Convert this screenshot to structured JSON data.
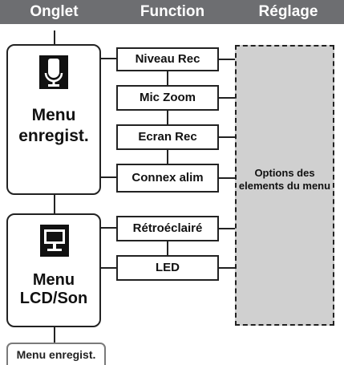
{
  "header": {
    "col_tab": "Onglet",
    "col_function": "Function",
    "col_setting": "Réglage"
  },
  "tabs": [
    {
      "line1": "Menu",
      "line2": "enregist.",
      "icon": "microphone-icon"
    },
    {
      "line1": "Menu",
      "line2": "LCD/Son",
      "icon": "monitor-icon"
    }
  ],
  "functions": {
    "recording": [
      "Niveau Rec",
      "Mic Zoom",
      "Ecran Rec",
      "Connex alim"
    ],
    "lcd_sound": [
      "Rétroéclairé",
      "LED"
    ]
  },
  "options_text": "Options des elements du menu",
  "next_tab_label": "Menu enregist.",
  "colors": {
    "header_bg": "#6d6e71",
    "options_bg": "#d0d0d0",
    "stroke": "#222222"
  }
}
